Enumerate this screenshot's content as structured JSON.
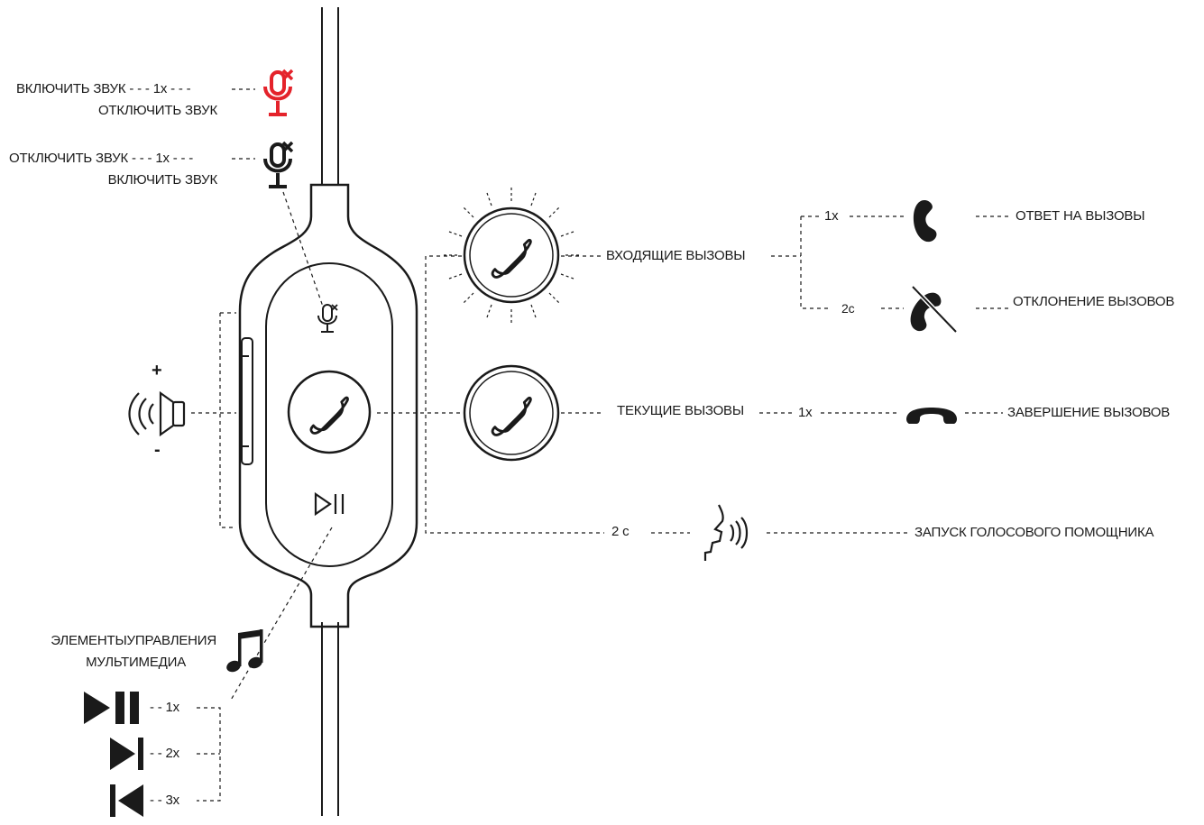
{
  "colors": {
    "ink": "#1a1a1a",
    "mute_active": "#e4232b",
    "background": "#ffffff"
  },
  "mute": {
    "red_line1": "ВКЛЮЧИТЬ ЗВУК",
    "red_count": "1x",
    "red_line2": "ОТКЛЮЧИТЬ ЗВУК",
    "black_line1": "ОТКЛЮЧИТЬ ЗВУК",
    "black_count": "1x",
    "black_line2": "ВКЛЮЧИТЬ ЗВУК",
    "red_icon": "mic-muted-red-icon",
    "black_icon": "mic-muted-icon"
  },
  "volume": {
    "plus": "+",
    "minus": "-",
    "icon": "speaker-icon"
  },
  "calls": {
    "incoming_label": "ВХОДЯЩИЕ ВЫЗОВЫ",
    "answer_count": "1x",
    "answer_label": "ОТВЕТ НА ВЫЗОВЫ",
    "reject_count": "2с",
    "reject_label": "ОТКЛОНЕНИЕ ВЫЗОВОВ",
    "current_label": "ТЕКУЩИЕ ВЫЗОВЫ",
    "end_count": "1x",
    "end_label": "ЗАВЕРШЕНИЕ ВЫЗОВОВ",
    "assistant_count": "2 с",
    "assistant_label": "ЗАПУСК ГОЛОСОВОГО ПОМОЩНИКА"
  },
  "media": {
    "line1": "ЭЛЕМЕНТЫУПРАВЛЕНИЯ",
    "line2": "МУЛЬТИМЕДИА",
    "playpause_count": "1x",
    "next_count": "2x",
    "prev_count": "3x",
    "icons": [
      "music-note-icon",
      "play-pause-icon",
      "next-track-icon",
      "previous-track-icon"
    ]
  }
}
